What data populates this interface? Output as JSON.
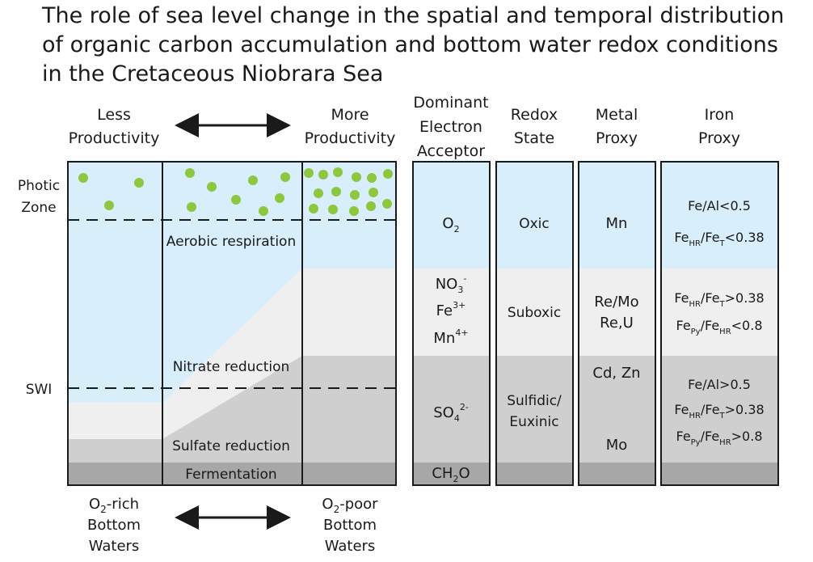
{
  "title": {
    "line1": "The role of sea level change in the spatial and temporal distribution",
    "line2": "of organic carbon accumulation and bottom water redox conditions",
    "line3": "in the Cretaceous Niobrara Sea"
  },
  "top_headers": {
    "less_line1": "Less",
    "less_line2": "Productivity",
    "more_line1": "More",
    "more_line2": "Productivity"
  },
  "side_labels": {
    "photic_line1": "Photic",
    "photic_line2": "Zone",
    "swi": "SWI"
  },
  "zones": {
    "aerobic": "Aerobic respiration",
    "nitrate": "Nitrate reduction",
    "sulfate": "Sulfate reduction",
    "fermentation": "Fermentation"
  },
  "bottom_labels": {
    "left": {
      "line1_main": "O",
      "line1_sub": "2",
      "line1_rest": "-rich",
      "line2": "Bottom",
      "line3": "Waters"
    },
    "right": {
      "line1_main": "O",
      "line1_sub": "2",
      "line1_rest": "-poor",
      "line2": "Bottom",
      "line3": "Waters"
    }
  },
  "columns": {
    "electron": {
      "header": [
        "Dominant",
        "Electron",
        "Acceptor"
      ],
      "oxic": {
        "main": "O",
        "sub": "2"
      },
      "nitrate": {
        "main": "NO",
        "sub": "3",
        "sup": "-"
      },
      "iron": {
        "main": "Fe",
        "sup": "3+"
      },
      "manganese": {
        "main": "Mn",
        "sup": "4+"
      },
      "sulfate": {
        "main": "SO",
        "sub": "4",
        "sup": "2-"
      },
      "ch2o": {
        "main": "CH",
        "sub": "2",
        "rest": "O"
      }
    },
    "redox": {
      "header": [
        "Redox",
        "State"
      ],
      "oxic": "Oxic",
      "suboxic": "Suboxic",
      "sulfidic_line1": "Sulfidic/",
      "sulfidic_line2": "Euxinic"
    },
    "metal": {
      "header": [
        "Metal",
        "Proxy"
      ],
      "oxic": "Mn",
      "suboxic_1": "Re/Mo",
      "suboxic_2": "Re,U",
      "sulfidic_1": "Cd, Zn",
      "sulfidic_2": "Mo"
    },
    "iron": {
      "header": [
        "Iron",
        "Proxy"
      ],
      "feal_low": "Fe/Al<0.5",
      "feal_high": "Fe/Al>0.5",
      "fe": "Fe",
      "hr": "HR",
      "t": "T",
      "py": "Py",
      "lt038": "<0.38",
      "gt038": ">0.38",
      "lt08": "<0.8",
      "gt08": ">0.8"
    }
  },
  "colors": {
    "oxic": "#d8eefb",
    "suboxic": "#efefef",
    "sulfidic": "#cfcfcf",
    "fermentation": "#a7a7a7",
    "dots": "#8dc63f",
    "border": "#1a1a1a"
  }
}
